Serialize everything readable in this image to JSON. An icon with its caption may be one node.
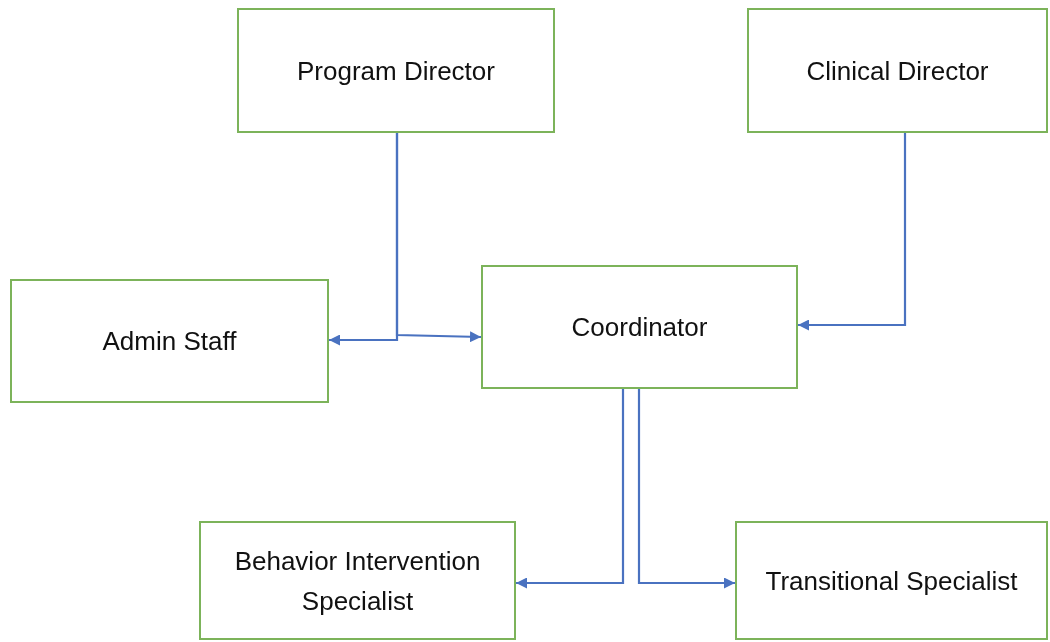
{
  "diagram": {
    "nodes": [
      {
        "text": [
          "Program Director"
        ]
      },
      {
        "text": [
          "Clinical Director"
        ]
      },
      {
        "text": [
          "Admin Staff"
        ]
      },
      {
        "text": [
          "Coordinator"
        ]
      },
      {
        "text": [
          "Behavior Intervention Specialist"
        ]
      },
      {
        "text": [
          "Transitional Specialist"
        ]
      }
    ],
    "edges": [
      {
        "from": 0,
        "to": 2,
        "arrow": "to"
      },
      {
        "from": 0,
        "to": 3,
        "arrow": "to"
      },
      {
        "from": 1,
        "to": 3,
        "arrow": "to"
      },
      {
        "from": 3,
        "to": 4,
        "arrow": "to"
      },
      {
        "from": 3,
        "to": 5,
        "arrow": "to"
      }
    ]
  }
}
